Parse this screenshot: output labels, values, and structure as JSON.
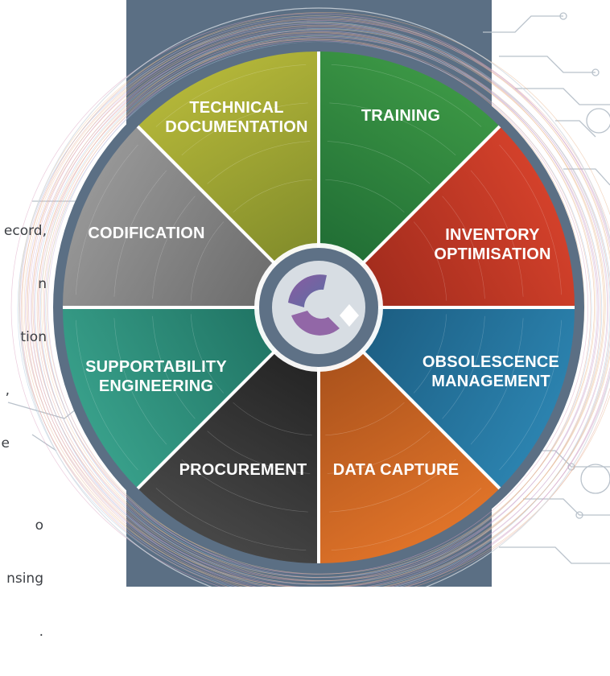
{
  "left_fragments": [
    {
      "lines": [
        "ecord,",
        "n",
        "tion"
      ]
    },
    {
      "lines": [
        ",",
        "e"
      ]
    },
    {
      "lines": [
        "o",
        "nsing",
        "."
      ]
    }
  ],
  "wheel": {
    "segments": [
      {
        "id": "technical-documentation",
        "lines": [
          "TECHNICAL",
          "DOCUMENTATION"
        ],
        "color": "#b7b93a",
        "color_dark": "#7f8a2a"
      },
      {
        "id": "training",
        "lines": [
          "TRAINING"
        ],
        "color": "#3e9a46",
        "color_dark": "#1f6b34"
      },
      {
        "id": "inventory-optimisation",
        "lines": [
          "INVENTORY",
          "OPTIMISATION"
        ],
        "color": "#d8432c",
        "color_dark": "#9e2a1c"
      },
      {
        "id": "obsolescence-management",
        "lines": [
          "OBSOLESCENCE",
          "MANAGEMENT"
        ],
        "color": "#2d86b3",
        "color_dark": "#1b5c80"
      },
      {
        "id": "data-capture",
        "lines": [
          "DATA CAPTURE"
        ],
        "color": "#e4762a",
        "color_dark": "#a7501b"
      },
      {
        "id": "procurement",
        "lines": [
          "PROCUREMENT"
        ],
        "color": "#4a4a4a",
        "color_dark": "#222222"
      },
      {
        "id": "supportability-engineering",
        "lines": [
          "SUPPORTABILITY",
          "ENGINEERING"
        ],
        "color": "#3aa38d",
        "color_dark": "#1f7262"
      },
      {
        "id": "codification",
        "lines": [
          "CODIFICATION"
        ],
        "color": "#9a9a9a",
        "color_dark": "#6a6a6a"
      }
    ],
    "rim_color": "#5b6f84",
    "hub_colors": {
      "outer": "#5e7186",
      "inner": "#d7dde3",
      "logo_purple": "#8b5aa0",
      "logo_blue": "#5a6fa5"
    }
  }
}
